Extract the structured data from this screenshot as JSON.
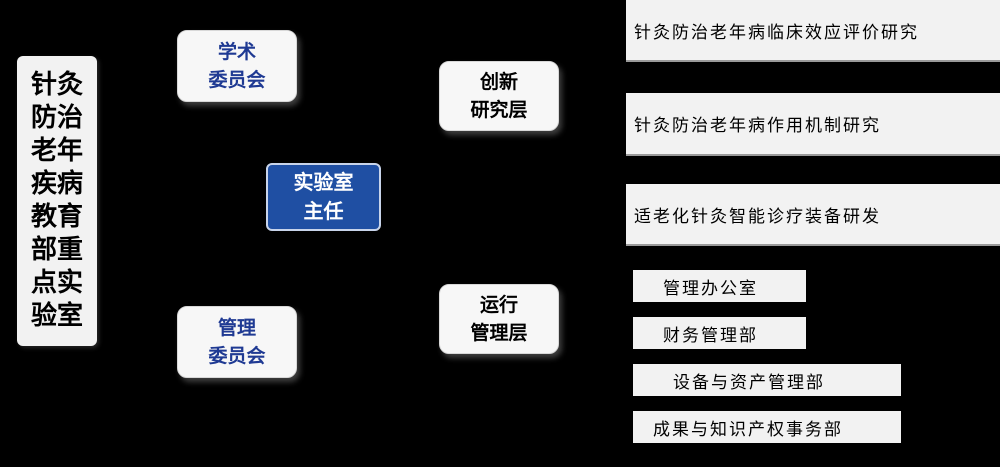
{
  "lab_name": "针灸\n防治\n老年\n疾病\n教育\n部重\n点实\n验室",
  "academic_committee": "学术\n委员会",
  "management_committee": "管理\n委员会",
  "director": "实验室\n主任",
  "innovation_layer": "创新\n研究层",
  "operation_layer": "运行\n管理层",
  "research_items": [
    "针灸防治老年病临床效应评价研究",
    "针灸防治老年病作用机制研究",
    "适老化针灸智能诊疗装备研发"
  ],
  "management_items": [
    "管理办公室",
    "财务管理部",
    "设备与资产管理部",
    "成果与知识产权事务部"
  ],
  "colors": {
    "background": "#000000",
    "director_fill": "#1f4fa3",
    "committee_text": "#1f3a93",
    "box_fill": "#f2f2f2"
  }
}
